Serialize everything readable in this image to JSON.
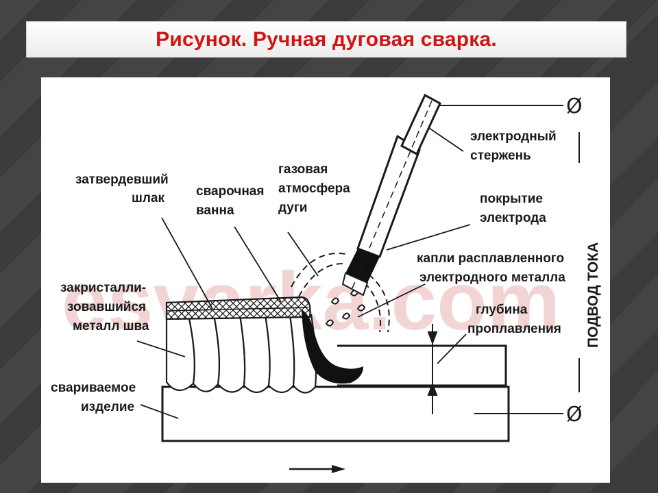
{
  "title": "Рисунок. Ручная дуговая сварка.",
  "watermark": "esvarka.com",
  "labels": {
    "slag": [
      "затвердевший",
      "шлак"
    ],
    "pool": [
      "сварочная",
      "ванна"
    ],
    "gas": [
      "газовая",
      "атмосфера",
      "дуги"
    ],
    "rod": [
      "электродный",
      "стержень"
    ],
    "coating": [
      "покрытие",
      "электрода"
    ],
    "drops": [
      "капли расплавленного",
      "электродного металла"
    ],
    "depth": [
      "глубина",
      "проплавления"
    ],
    "seam": [
      "закристалли-",
      "зовавшийся",
      "металл шва"
    ],
    "workpiece": [
      "свариваемое",
      "изделие"
    ],
    "current": "ПОДВОД ТОКА"
  },
  "symbols": {
    "terminal_top": "Ø",
    "terminal_bottom": "Ø"
  },
  "colors": {
    "title": "#d01414",
    "background": "#3b3b3b",
    "watermark": "#e9b1b1"
  }
}
